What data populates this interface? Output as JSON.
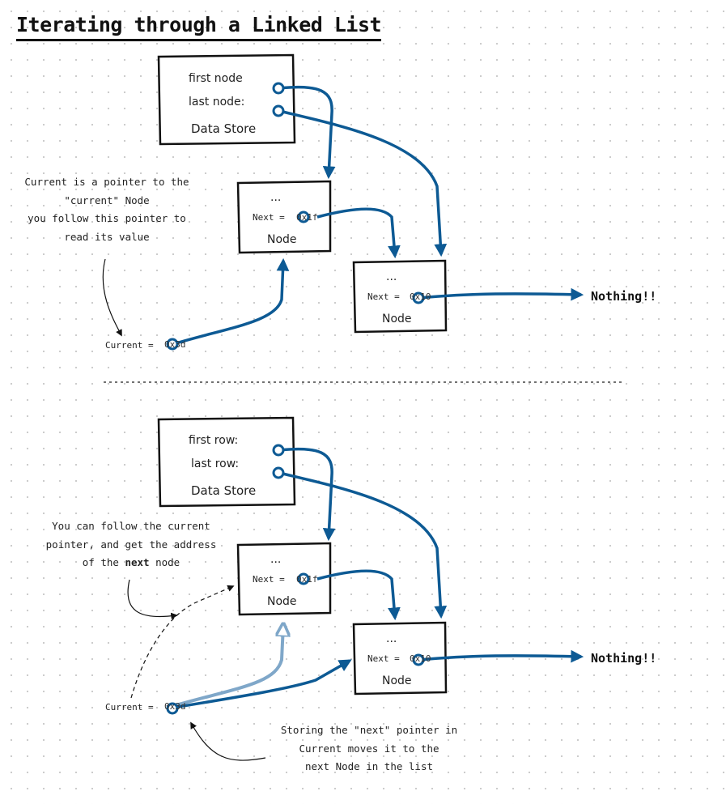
{
  "title": "Iterating through a Linked List",
  "top": {
    "store": {
      "field1": "first node",
      "field2": "last node:",
      "label": "Data Store"
    },
    "node_a": {
      "ellipsis": "...",
      "next": "Next =",
      "next_value": "0x1f",
      "label": "Node"
    },
    "node_b": {
      "ellipsis": "...",
      "next": "Next =",
      "next_value": "0x10",
      "label": "Node"
    },
    "current": {
      "label": "Current =",
      "value": "0x3d"
    },
    "nothing": "Nothing!!",
    "note": [
      "Current is a pointer to the",
      "\"current\" Node",
      "you follow this pointer to",
      "read its value"
    ]
  },
  "bottom": {
    "store": {
      "field1": "first row:",
      "field2": "last row:",
      "label": "Data Store"
    },
    "node_a": {
      "ellipsis": "...",
      "next": "Next =",
      "next_value": "0x1f",
      "label": "Node"
    },
    "node_b": {
      "ellipsis": "...",
      "next": "Next =",
      "next_value": "0x10",
      "label": "Node"
    },
    "current": {
      "label": "Current =",
      "value": "0x3d"
    },
    "nothing": "Nothing!!",
    "note_top": {
      "line1": "You can follow the current",
      "line2": "pointer, and get the address",
      "line3_pre": "of the ",
      "line3_bold": "next",
      "line3_post": " node"
    },
    "note_bottom": [
      "Storing the \"next\" pointer in",
      "Current moves it to the",
      "next Node in the list"
    ]
  },
  "colors": {
    "arrow": "#0d5a94",
    "arrow_light": "#7fa7c9",
    "stroke": "#111111"
  }
}
